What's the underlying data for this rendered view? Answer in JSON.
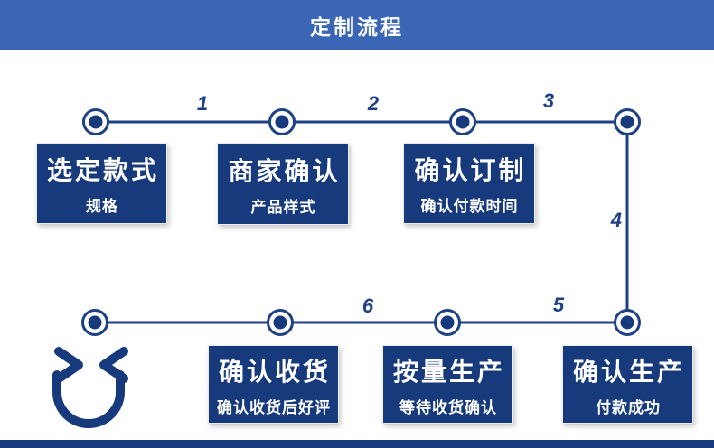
{
  "header": {
    "title": "定制流程"
  },
  "flow": {
    "numbers": [
      "1",
      "2",
      "3",
      "4",
      "5",
      "6"
    ],
    "boxes": [
      {
        "title": "选定款式",
        "subtitle": "规格"
      },
      {
        "title": "商家确认",
        "subtitle": "产品样式"
      },
      {
        "title": "确认订制",
        "subtitle": "确认付款时间"
      },
      {
        "title": "确认收货",
        "subtitle": "确认收货后好评"
      },
      {
        "title": "按量生产",
        "subtitle": "等待收货确认"
      },
      {
        "title": "确认生产",
        "subtitle": "付款成功"
      }
    ]
  },
  "icons": {
    "smiley": "winking-smiley-icon"
  },
  "colors": {
    "header_bg": "#3b66b5",
    "box_bg": "#173a7d",
    "line": "#1d4184",
    "text": "#ffffff"
  }
}
